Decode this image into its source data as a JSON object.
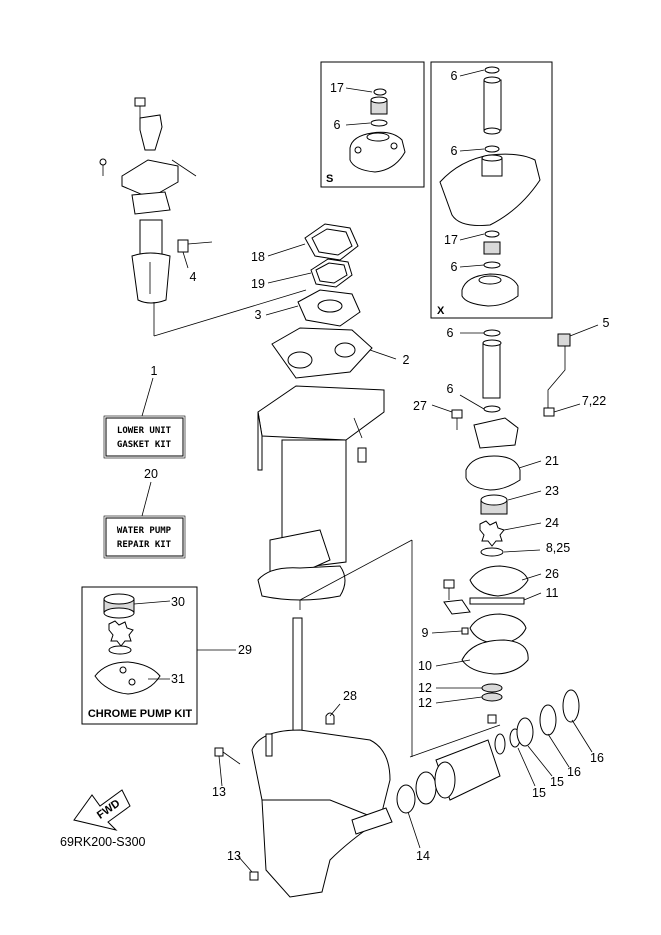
{
  "callouts": {
    "c1": "1",
    "c2": "2",
    "c3": "3",
    "c4": "4",
    "c5": "5",
    "c6a": "6",
    "c6b": "6",
    "c6c": "6",
    "c6d": "6",
    "c6e": "6",
    "c6f": "6",
    "c722": "7,22",
    "c825": "8,25",
    "c9": "9",
    "c10": "10",
    "c11": "11",
    "c12a": "12",
    "c12b": "12",
    "c13a": "13",
    "c13b": "13",
    "c14": "14",
    "c15a": "15",
    "c15b": "15",
    "c16a": "16",
    "c16b": "16",
    "c17a": "17",
    "c17b": "17",
    "c18": "18",
    "c19": "19",
    "c20": "20",
    "c21": "21",
    "c23": "23",
    "c24": "24",
    "c26": "26",
    "c27": "27",
    "c28": "28",
    "c29": "29",
    "c30": "30",
    "c31": "31"
  },
  "inset_labels": {
    "s": "S",
    "x": "X"
  },
  "kits": {
    "lower_unit_line1": "LOWER UNIT",
    "lower_unit_line2": "GASKET KIT",
    "water_pump_line1": "WATER PUMP",
    "water_pump_line2": "REPAIR KIT",
    "chrome_pump": "CHROME PUMP KIT"
  },
  "fwd_label": "FWD",
  "drawing_code": "69RK200-S300"
}
